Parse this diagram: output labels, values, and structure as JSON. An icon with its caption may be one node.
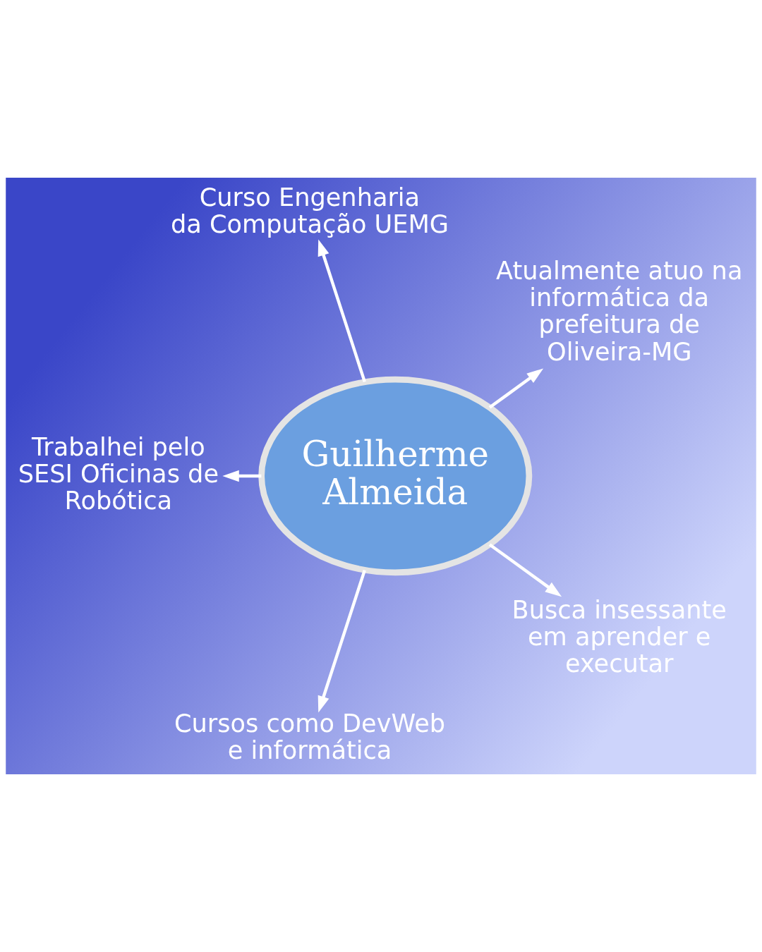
{
  "diagram": {
    "nodes": [
      {
        "text": [
          "Guilherme Almeida"
        ]
      },
      {
        "text": [
          "Atualmente atuo na informática da prefeitura de Oliveira-MG"
        ]
      },
      {
        "text": [
          "Curso Engenharia da Computação UEMG"
        ]
      },
      {
        "text": [
          "Trabalhei pelo SESI Oficinas de Robótica"
        ]
      },
      {
        "text": [
          "Cursos como DevWeb e informática"
        ]
      },
      {
        "text": [
          "Busca insessante em aprender e executar"
        ]
      }
    ],
    "edges": [
      {
        "from": 0,
        "to": 1,
        "arrow": "to"
      },
      {
        "from": 0,
        "to": 2,
        "arrow": "to"
      },
      {
        "from": 0,
        "to": 3,
        "arrow": "to"
      },
      {
        "from": 0,
        "to": 4,
        "arrow": "to"
      },
      {
        "from": 0,
        "to": 5,
        "arrow": "to"
      }
    ]
  }
}
